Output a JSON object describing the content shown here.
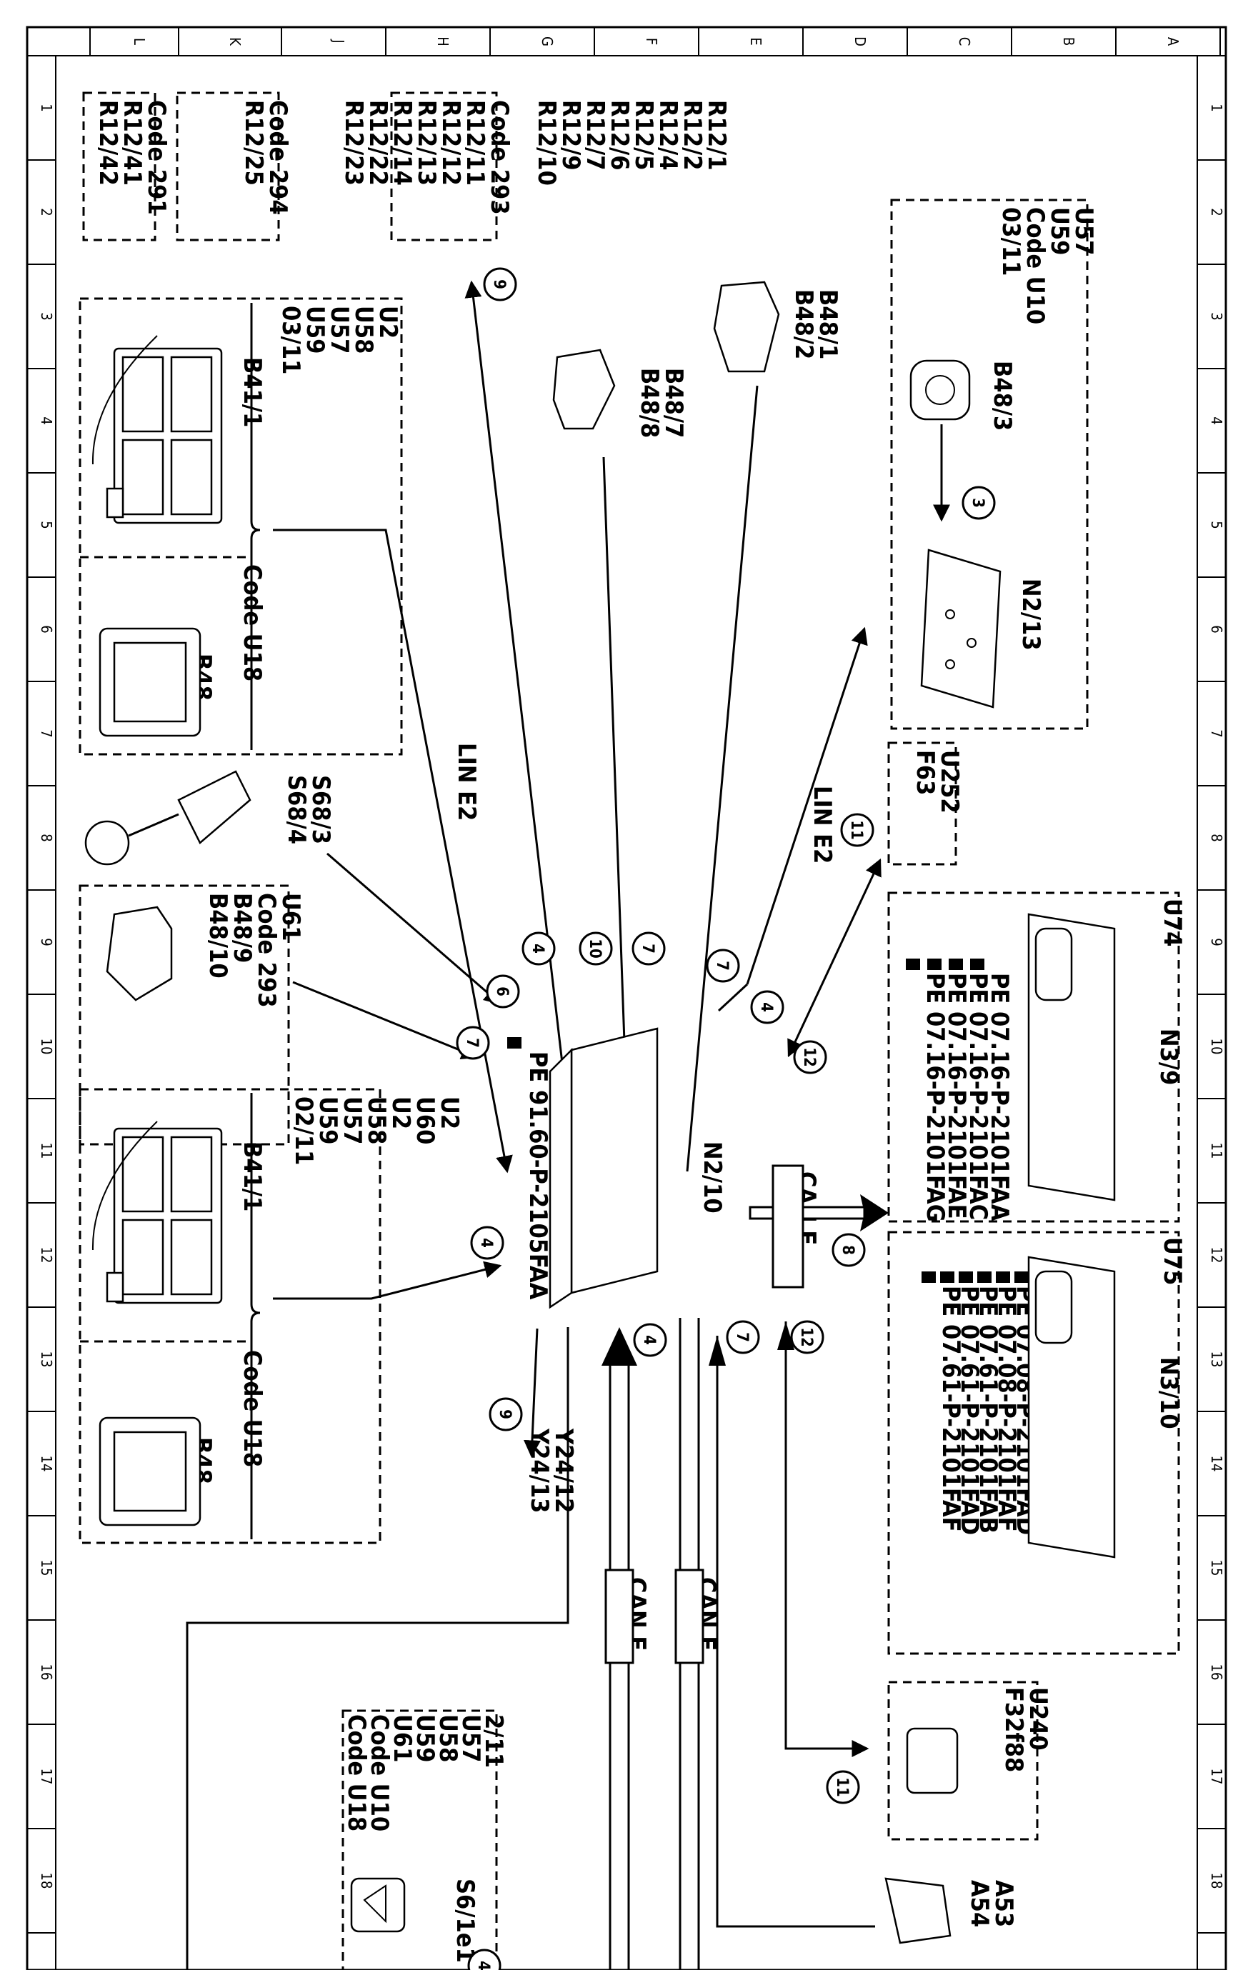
{
  "ruler": {
    "letters": [
      "L",
      "K",
      "J",
      "H",
      "G",
      "F",
      "E",
      "D",
      "C",
      "B",
      "A"
    ],
    "numbers": [
      "1",
      "2",
      "3",
      "4",
      "5",
      "6",
      "7",
      "8",
      "9",
      "10",
      "11",
      "12",
      "13",
      "14",
      "15",
      "16",
      "17",
      "18"
    ]
  },
  "labels": {
    "r12_group": [
      "R12/1",
      "R12/2",
      "R12/4",
      "R12/5",
      "R12/6",
      "R12/7",
      "R12/9",
      "R12/10"
    ],
    "code293_group": [
      "Code 293",
      "R12/11",
      "R12/12",
      "R12/13",
      "R12/14",
      "R12/22",
      "R12/23"
    ],
    "code294_group": [
      "Code 294",
      "R12/25"
    ],
    "code291_group": [
      "Code 291",
      "R12/41",
      "R12/42"
    ],
    "u57_box": [
      "U57",
      "U59",
      "Code U10",
      "03/11"
    ],
    "b48_3": "B48/3",
    "n2_13": "N2/13",
    "b48_1_2": [
      "B48/1",
      "B48/2"
    ],
    "b48_7_8": [
      "B48/7",
      "B48/8"
    ],
    "u2_top": [
      "U2",
      "U58",
      "U57",
      "U59",
      "03/11"
    ],
    "b41_1_top": "B41/1",
    "code_u18_top": "Code U18",
    "b48_top": "B48",
    "s68": [
      "S68/3",
      "S68/4"
    ],
    "u61_box": [
      "U61",
      "Code 293",
      "B48/9",
      "B48/10"
    ],
    "u2_bottom": [
      "U2",
      "U60",
      "U2",
      "U58",
      "U57",
      "U59",
      "02/11"
    ],
    "b41_1_bottom": "B41/1",
    "code_u18_bottom": "Code U18",
    "b48_bottom": "B48",
    "n2_10": "N2/10",
    "pe_n2_10": "PE 91.60-P-2105FAA",
    "lin_e2": "LIN E2",
    "u252_box": [
      "U252",
      "F63"
    ],
    "u74_box": [
      "U74",
      "N3/9"
    ],
    "pe_u74": [
      "PE 07.16-P-2101FAA",
      "PE 07.16-P-2101FAC",
      "PE 07.16-P-2101FAE",
      "PE 07.16-P-2101FAG"
    ],
    "u75_box": [
      "U75",
      "N3/10"
    ],
    "pe_u75": [
      "PE 07.08-P-2101FAB",
      "PE 07.08-P-2101FAD",
      "PE 07.08-P-2101FAF",
      "PE 07.61-P-2101FAB",
      "PE 07.61-P-2101FAD",
      "PE 07.61-P-2101FAF"
    ],
    "can_e": "CAN E",
    "y24": [
      "Y24/12",
      "Y24/13"
    ],
    "u240_box": [
      "U240",
      "F32f88"
    ],
    "s6_box": [
      "2/11",
      "U57",
      "U58",
      "U59",
      "U61",
      "Code U10",
      "Code U18"
    ],
    "s6_1e1": "S6/1e1",
    "a53": [
      "A53",
      "A54"
    ]
  },
  "markers": {
    "m3": "3",
    "m4": "4",
    "m6": "6",
    "m7": "7",
    "m8": "8",
    "m9": "9",
    "m10": "10",
    "m11": "11",
    "m12": "12"
  }
}
